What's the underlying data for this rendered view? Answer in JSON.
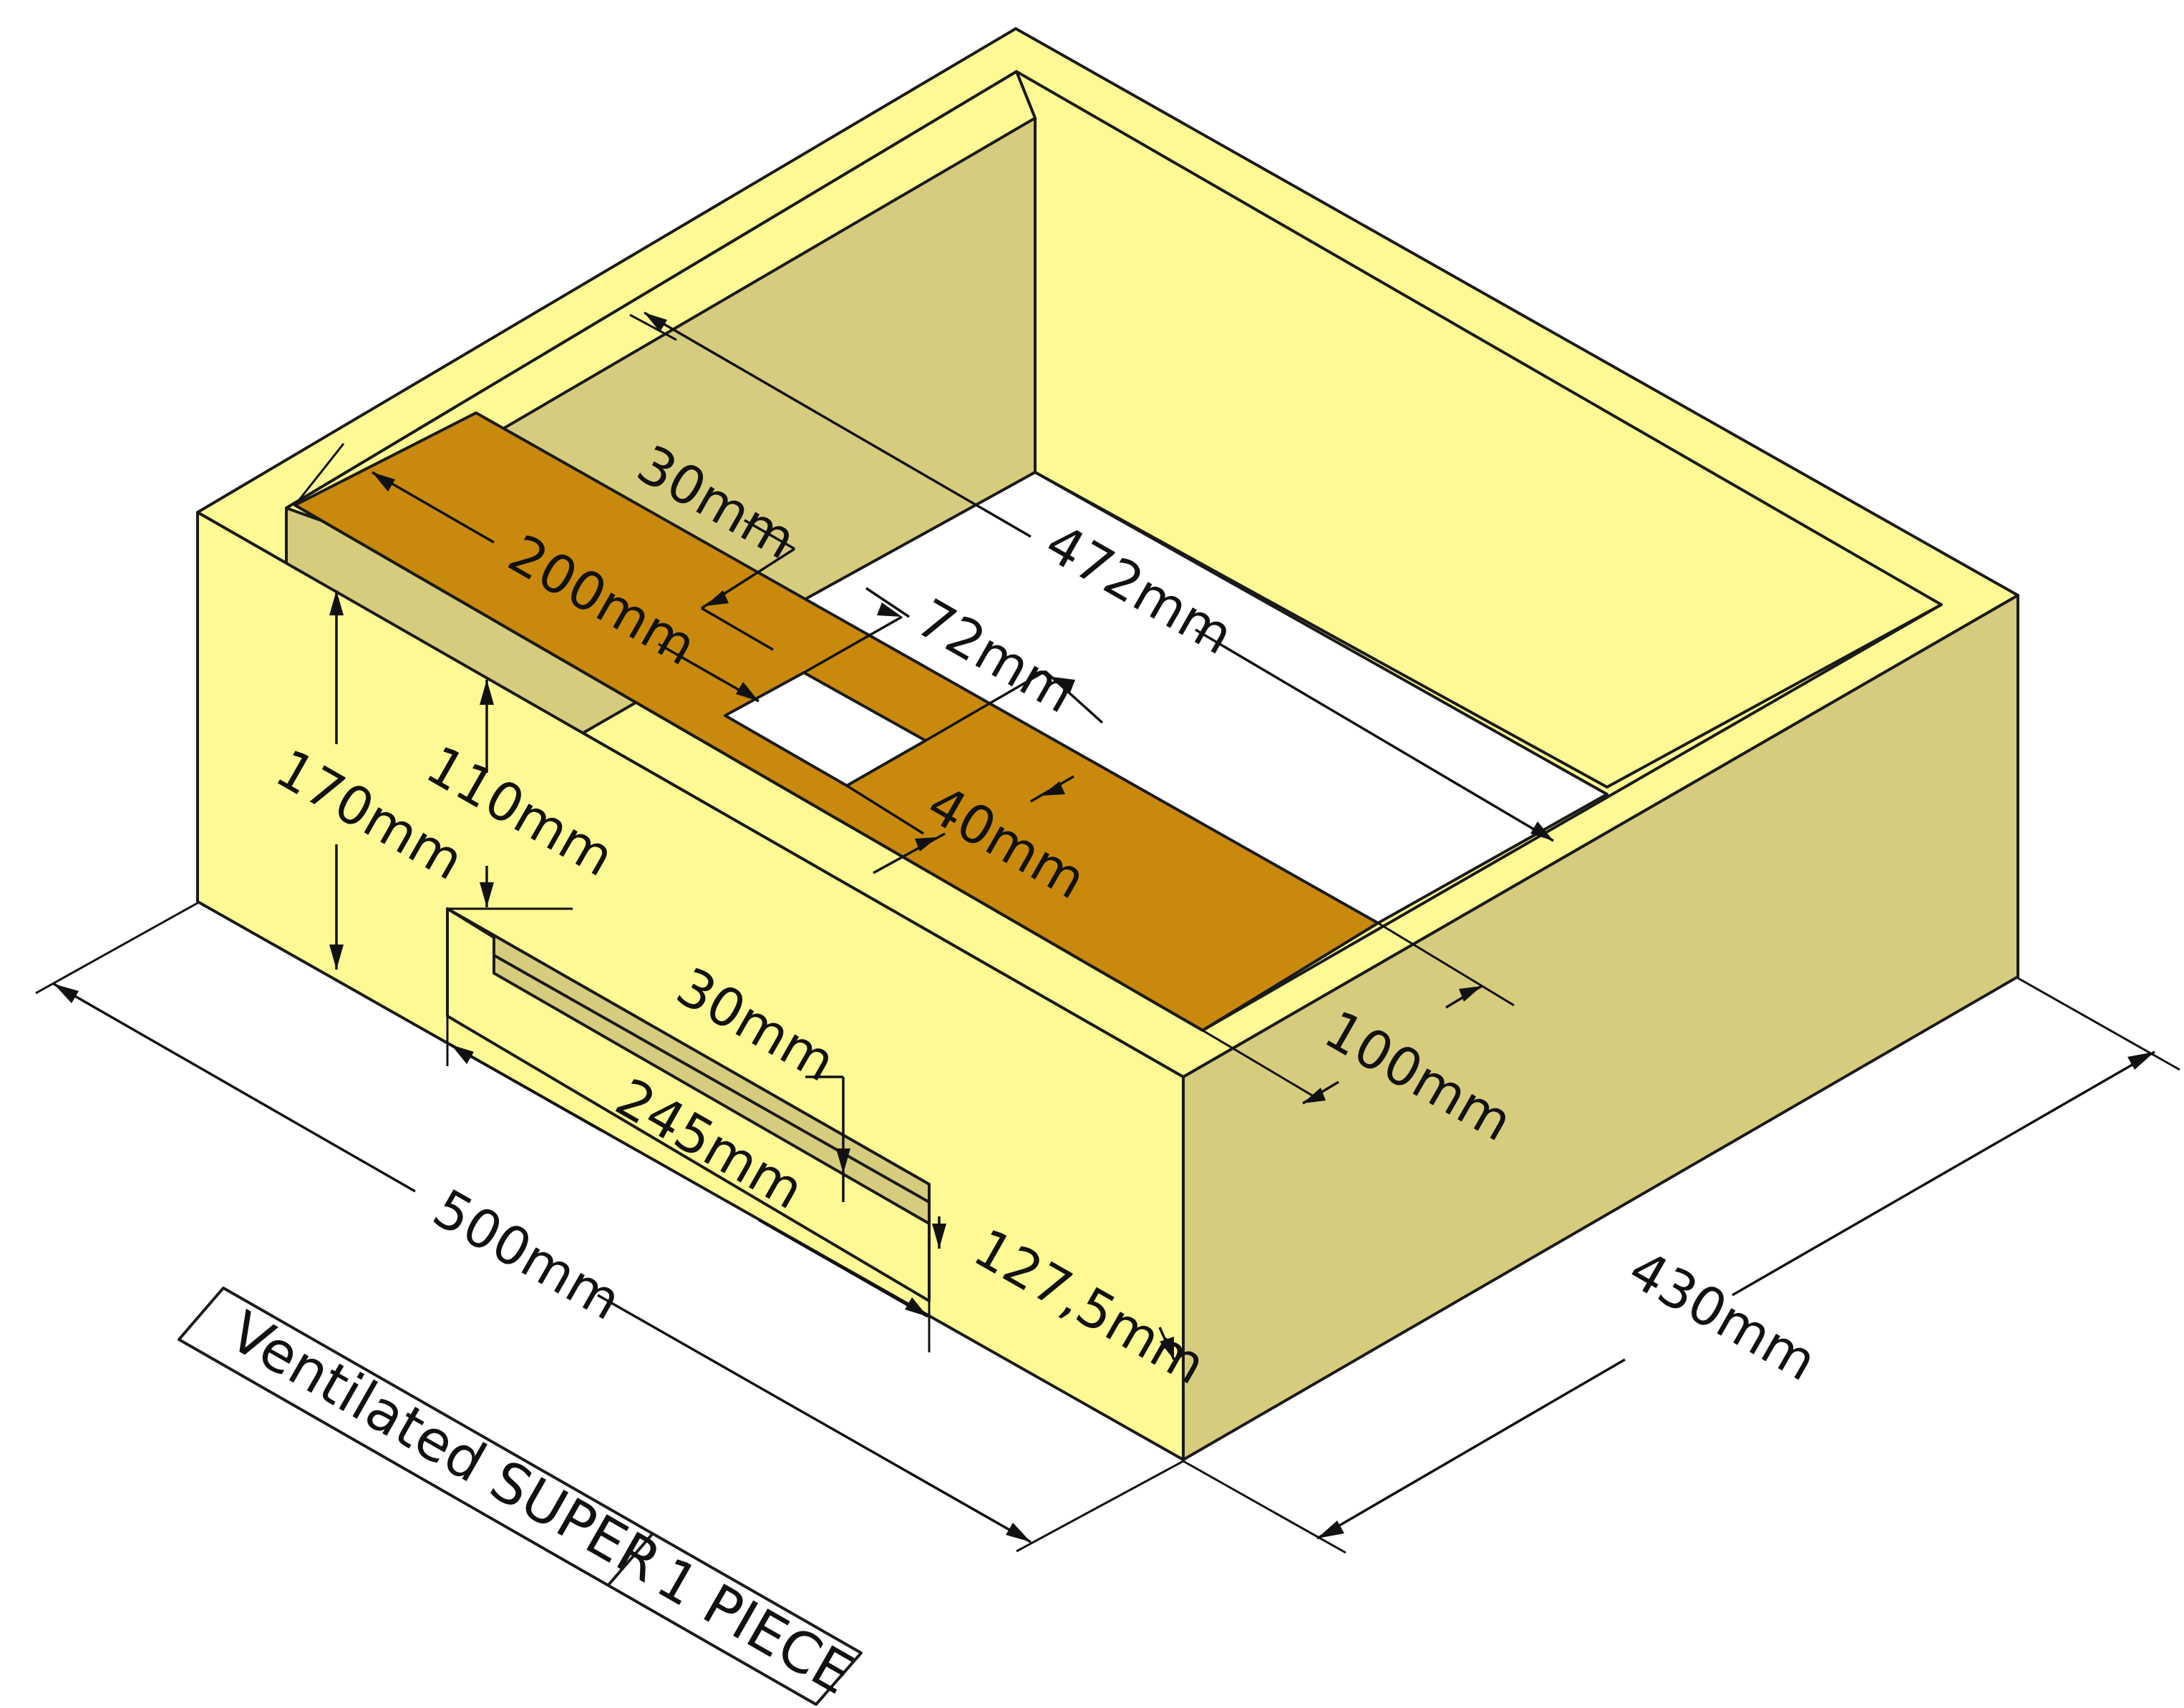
{
  "diagram": {
    "colors": {
      "face_light": "#fdf994",
      "face_shade": "#d6cc7e",
      "plate": "#c8890c",
      "opening": "#ffffff",
      "ink": "#111111"
    },
    "dimensions": {
      "length": "500mm",
      "width": "430mm",
      "height": "170mm",
      "slot_height": "110mm",
      "slot_length": "245mm",
      "slot_width": "30mm",
      "slot_offset": "127,5mm",
      "plate_width": "100mm",
      "plate_slot_width": "30mm",
      "plate_offset": "200mm",
      "inner_length": "472mm",
      "hole_length": "72mm",
      "hole_width": "40mm"
    },
    "label": {
      "name": "Ventilated SUPER",
      "quantity": "1 PIECE"
    }
  }
}
